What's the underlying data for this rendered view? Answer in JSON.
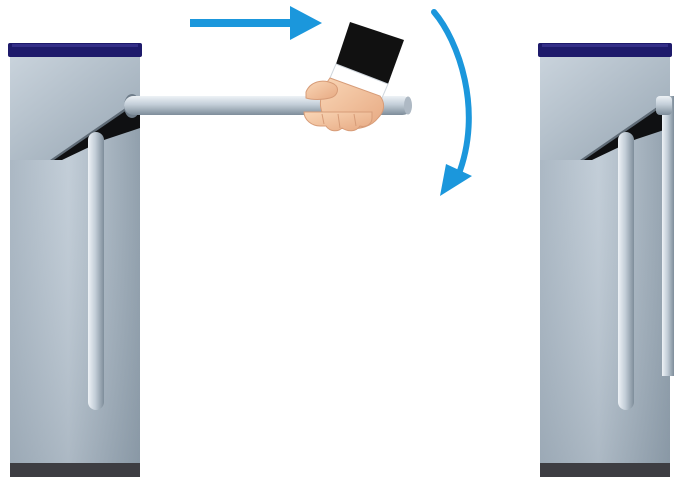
{
  "scene": {
    "background_color": "#ffffff",
    "arrow_color": "#1b97dc",
    "cap_color": "#1e1a6b",
    "base_color": "#3d3d42",
    "housing_color": "#9aa9b7",
    "bar_color": "#b9c6d2",
    "sleeve_color": "#111111",
    "skin_color": "#f4c7a1",
    "icons": [
      "turnstile-left",
      "turnstile-right",
      "push-arrow-right",
      "rotation-arrow-down",
      "hand-icon"
    ]
  }
}
